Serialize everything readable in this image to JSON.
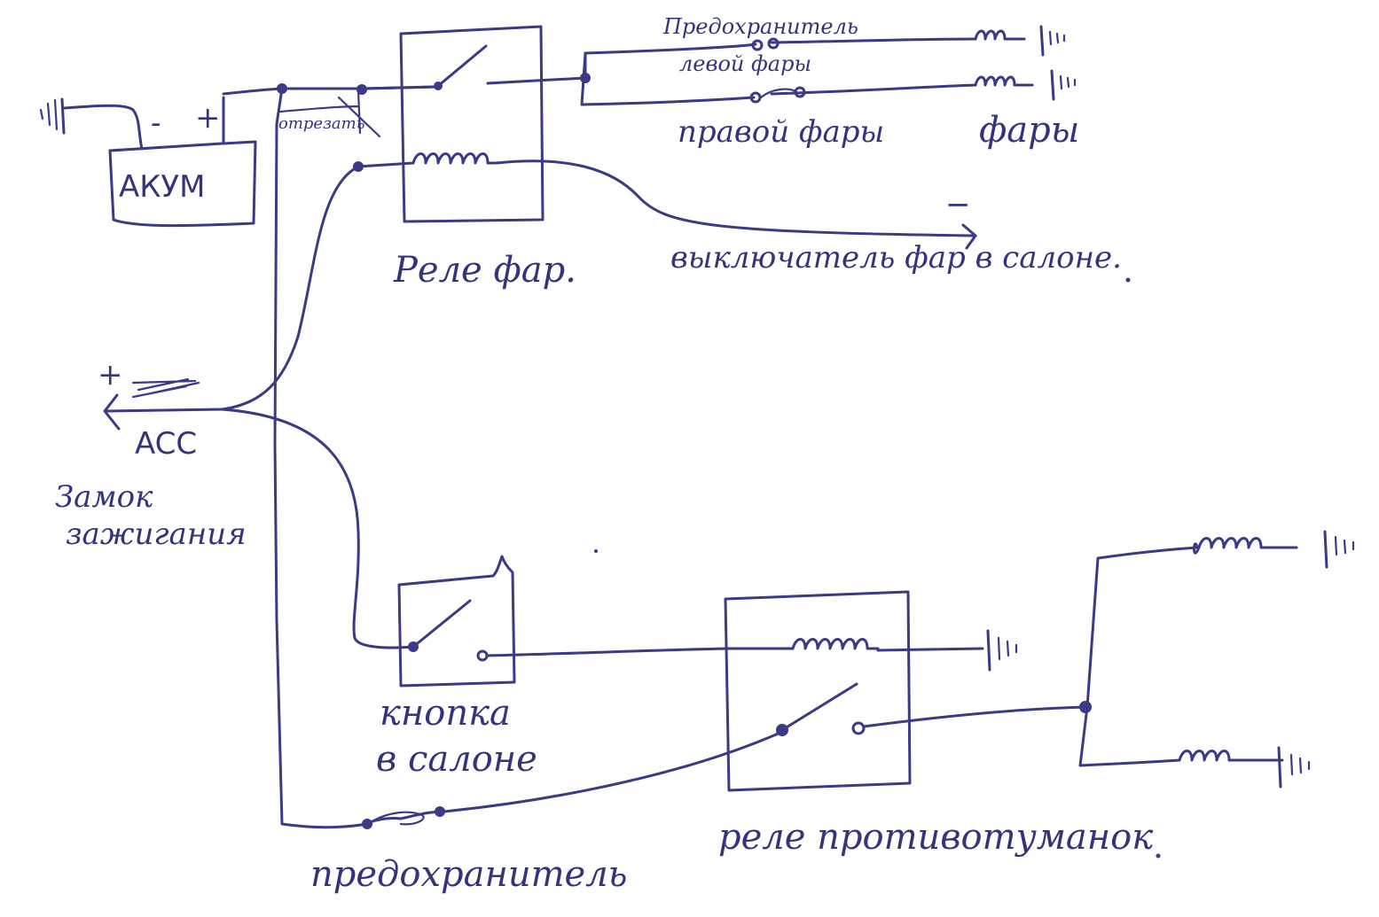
{
  "labels": {
    "battery": "АКУМ",
    "battery_minus": "-",
    "battery_plus": "+",
    "cut": "отрезать",
    "relay_lights": "Реле фар.",
    "fuse_top": "Предохранитель",
    "left_light": "левой фары",
    "right_light": "правой фары",
    "lights": "фары",
    "minus": "−",
    "switch_in_cabin": "выключатель фар в салоне.",
    "plus": "+",
    "acc": "ACC",
    "ignition_lock_1": "Замок",
    "ignition_lock_2": "зажигания",
    "button_1": "кнопка",
    "button_2": "в салоне",
    "fuse_bottom": "предохранитель",
    "relay_fog": "реле противотуманок"
  },
  "colors": {
    "ink": "#3a3a86",
    "paper": "#ffffff"
  }
}
